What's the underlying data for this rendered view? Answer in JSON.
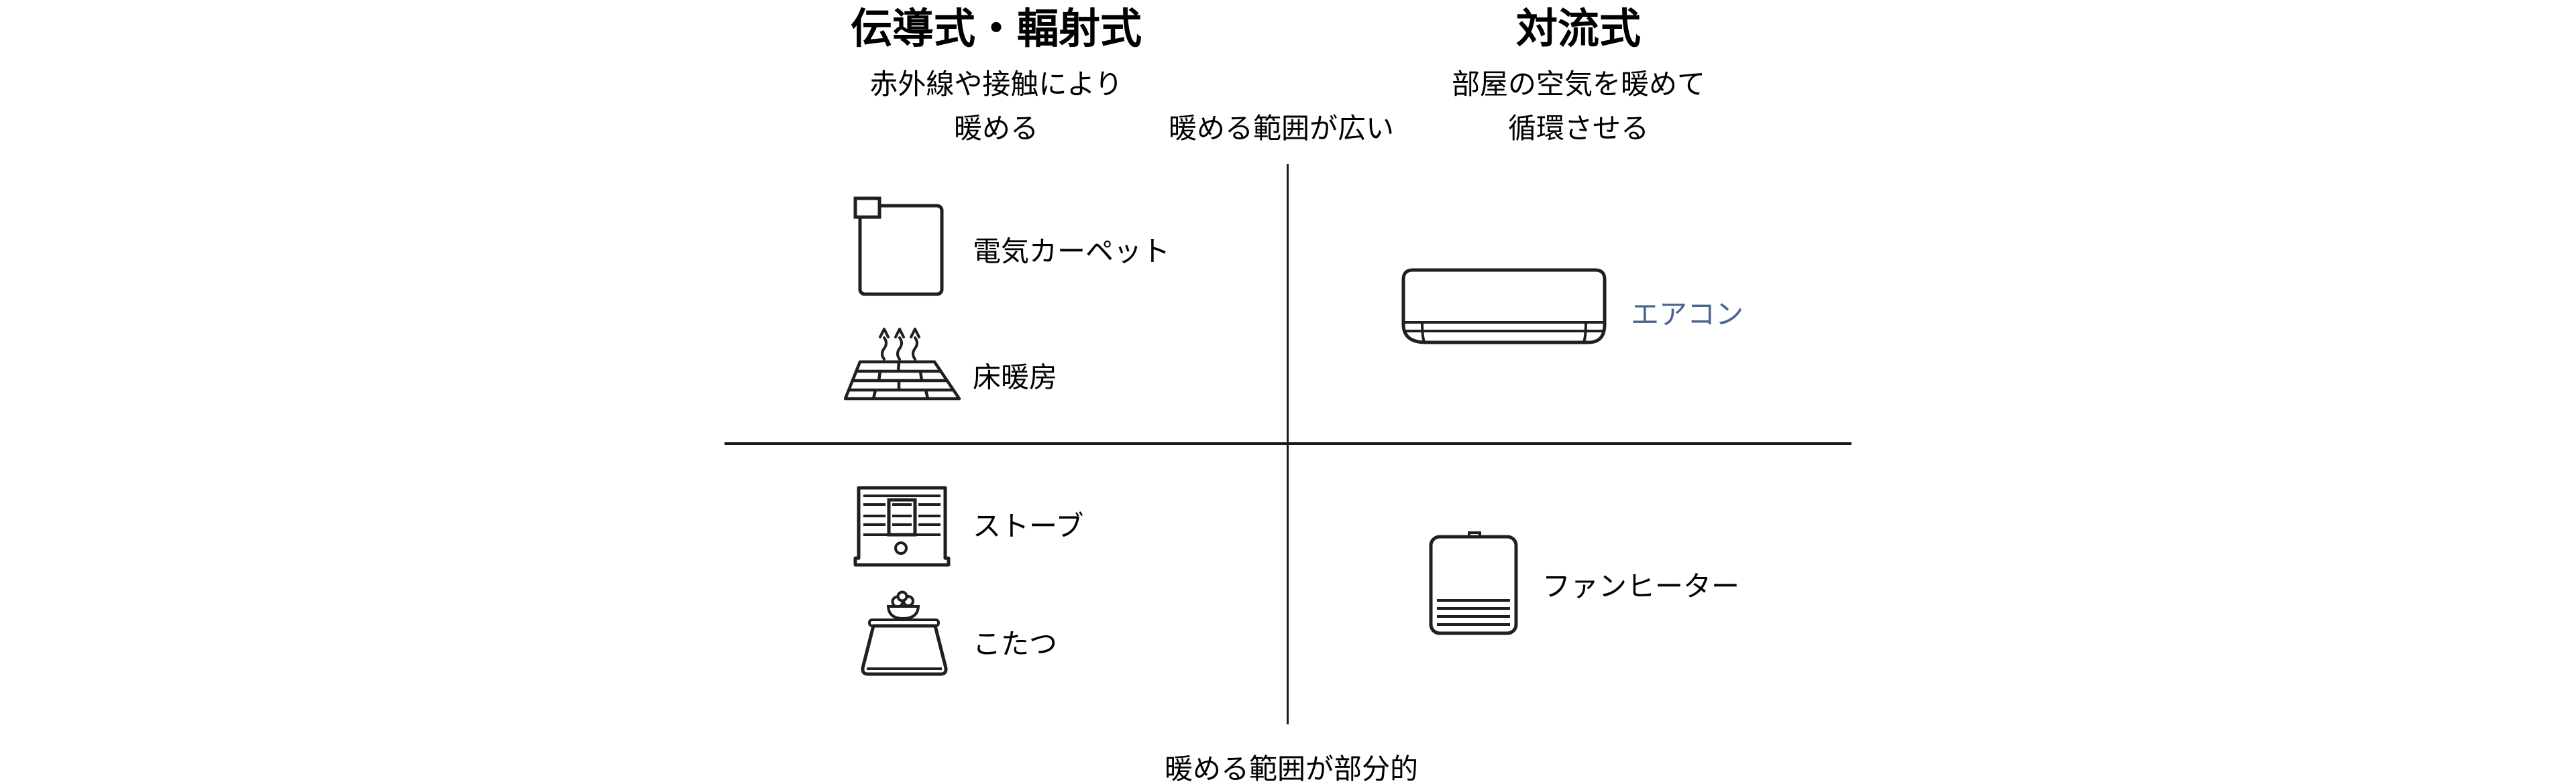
{
  "headers": {
    "left": {
      "title": "伝導式・輻射式",
      "subtitle1": "赤外線や接触により",
      "subtitle2": "暖める"
    },
    "right": {
      "title": "対流式",
      "subtitle1": "部屋の空気を暖めて",
      "subtitle2": "循環させる"
    }
  },
  "axis": {
    "top_label": "暖める範囲が広い",
    "bottom_label": "暖める範囲が部分的"
  },
  "quadrants": {
    "top_left": {
      "items": [
        {
          "label": "電気カーペット",
          "icon": "electric-carpet-icon"
        },
        {
          "label": "床暖房",
          "icon": "floor-heating-icon"
        }
      ]
    },
    "top_right": {
      "items": [
        {
          "label": "エアコン",
          "icon": "air-conditioner-icon"
        }
      ]
    },
    "bottom_left": {
      "items": [
        {
          "label": "ストーブ",
          "icon": "stove-icon"
        },
        {
          "label": "こたつ",
          "icon": "kotatsu-icon"
        }
      ]
    },
    "bottom_right": {
      "items": [
        {
          "label": "ファンヒーター",
          "icon": "fan-heater-icon"
        }
      ]
    }
  },
  "colors": {
    "text": "#000000",
    "line": "#1a1a1a",
    "icon_stroke": "#1f1f1f",
    "accent_blue": "#4a648e",
    "background": "#ffffff"
  }
}
